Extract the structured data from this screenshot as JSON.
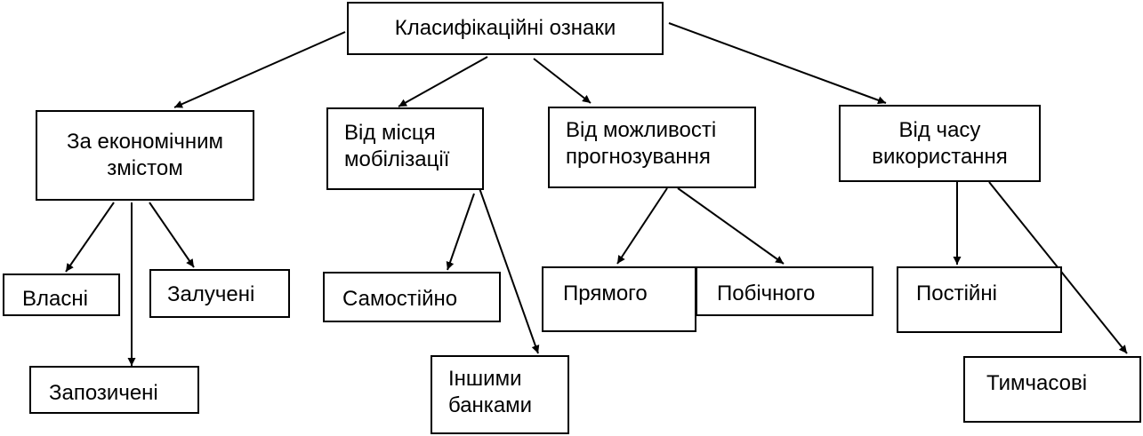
{
  "nodes": {
    "root": "Класифікаційні ознаки",
    "economic": "За економічним\nзмістом",
    "mobilization": "Від місця\nмобілізації",
    "forecasting": "Від можливості\nпрогнозування",
    "time": "Від часу\nвикористання",
    "own": "Власні",
    "attracted": "Залучені",
    "borrowed": "Запозичені",
    "independent": "Самостійно",
    "other_banks": "Іншими\nбанками",
    "direct": "Прямого",
    "indirect": "Побічного",
    "permanent": "Постійні",
    "temporary": "Тимчасові"
  },
  "edges": [
    [
      "root",
      "economic"
    ],
    [
      "root",
      "mobilization"
    ],
    [
      "root",
      "forecasting"
    ],
    [
      "root",
      "time"
    ],
    [
      "economic",
      "own"
    ],
    [
      "economic",
      "borrowed"
    ],
    [
      "economic",
      "attracted"
    ],
    [
      "mobilization",
      "independent"
    ],
    [
      "mobilization",
      "other_banks"
    ],
    [
      "forecasting",
      "direct"
    ],
    [
      "forecasting",
      "indirect"
    ],
    [
      "time",
      "permanent"
    ],
    [
      "time",
      "temporary"
    ]
  ]
}
